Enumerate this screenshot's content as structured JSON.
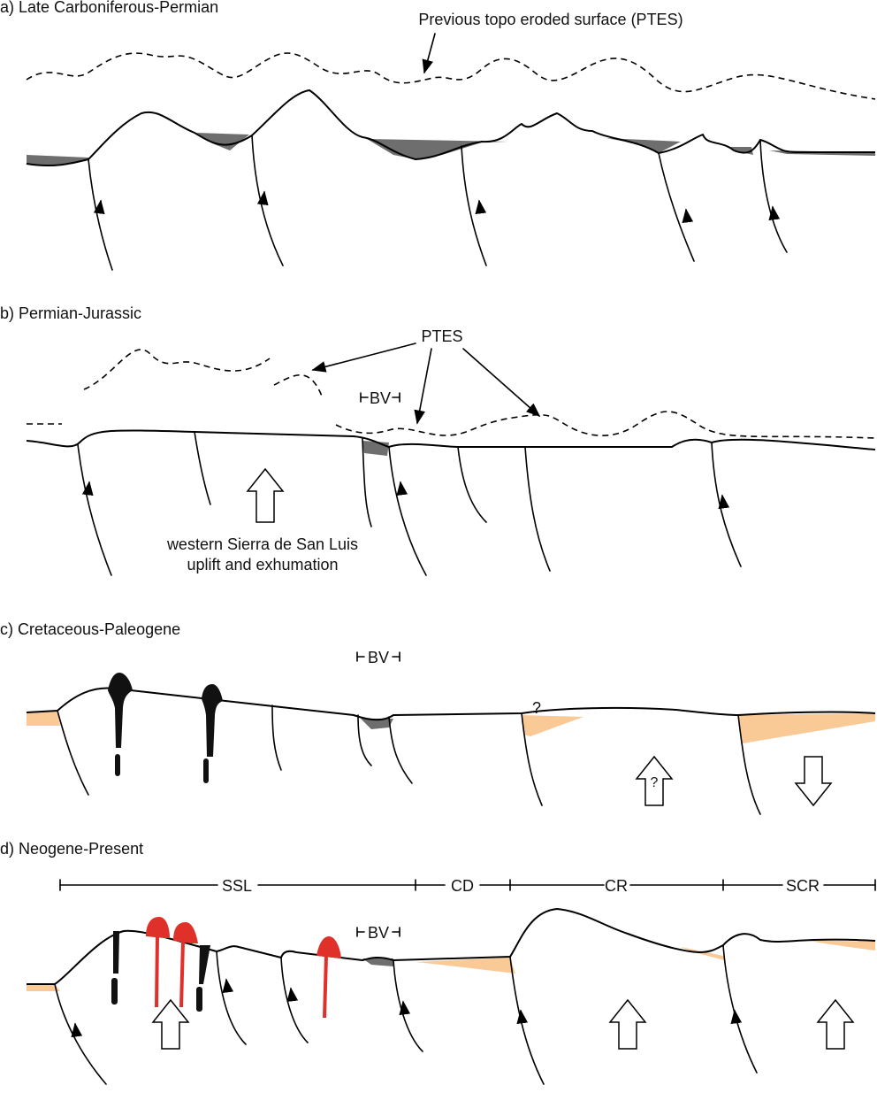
{
  "panels": {
    "a": {
      "title": "a) Late Carboniferous-Permian",
      "annotation": "Previous topo eroded surface (PTES)"
    },
    "b": {
      "title": "b) Permian-Jurassic",
      "annotation": "PTES",
      "bv": "BV",
      "uplift_line1": "western Sierra de San Luis",
      "uplift_line2": "uplift and exhumation"
    },
    "c": {
      "title": "c) Cretaceous-Paleogene",
      "bv": "BV",
      "question1": "?",
      "question2": "?"
    },
    "d": {
      "title": "d) Neogene-Present",
      "bv": "BV",
      "segments": [
        "SSL",
        "CD",
        "CR",
        "SCR"
      ]
    }
  },
  "colors": {
    "basin_gray": "#6e6e6e",
    "sediment_orange": "#f9c996",
    "neogene_volcanic": "#e0302a",
    "older_intrusive": "#111111"
  }
}
